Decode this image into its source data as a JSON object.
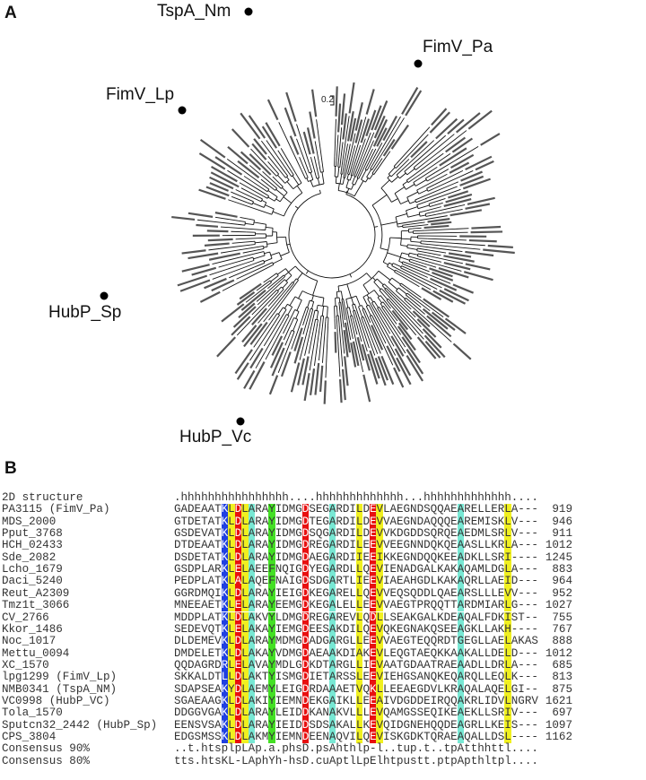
{
  "panel_a": {
    "letter": "A",
    "clades": [
      {
        "id": "tspa",
        "label": "TspA_Nm"
      },
      {
        "id": "fimv-pa",
        "label": "FimV_Pa"
      },
      {
        "id": "fimv-lp",
        "label": "FimV_Lp"
      },
      {
        "id": "hubp-sp",
        "label": "HubP_Sp"
      },
      {
        "id": "hubp-vc",
        "label": "HubP_Vc"
      }
    ],
    "scale_bar": "0.2"
  },
  "panel_b": {
    "letter": "B",
    "structure_row": {
      "name": "2D structure",
      "seq": ".hhhhhhhhhhhhhhhh....hhhhhhhhhhhhh...hhhhhhhhhhhhh...."
    },
    "sequences": [
      {
        "name": "PA3115 (FimV_Pa)",
        "seq": "GADEAATKLDLARAYIDMGDSEGARDILDEVLAEGNDSQQAEARELLERLA---",
        "len": "919"
      },
      {
        "name": "MDS_2000",
        "seq": "GTDETATKLDLARAYIDMGDTEGARDILDEVVAEGNDAQQQEAREMISKLV---",
        "len": "946"
      },
      {
        "name": "Pput_3768",
        "seq": "GSDEVATKLDLARAYIDMGDSQGARDILDEVVKDGDDSQRQEAEDMLSRLV---",
        "len": "911"
      },
      {
        "name": "HCH_02433",
        "seq": "DTDEAATKLDLARAYIDMGDREGARDILEEVVEEGNNDQKQEAASLLKRLA---",
        "len": "1012"
      },
      {
        "name": "Sde_2082",
        "seq": "DSDETATKLDLARAYIDMGDAEGARDIIEEIKKEGNDQQKEEADKLLSRI----",
        "len": "1245"
      },
      {
        "name": "Lcho_1679",
        "seq": "GSDPLARKLELAEEFNQIGDYEGARDLLQEVIENADGALKAKAQAMLDGLA---",
        "len": "883"
      },
      {
        "name": "Daci_5240",
        "seq": "PEDPLATKLALAQEFNAIGDSDGARTLIEEVIAEAHGDLKAKAQRLLAEID---",
        "len": "964"
      },
      {
        "name": "Reut_A2309",
        "seq": "GGRDMQIKLDLARAYIEIGDKEGARELLQEVVEQSQDDLQAEARSLLLEVV---",
        "len": "952"
      },
      {
        "name": "Tmz1t_3066",
        "seq": "MNEEAETKLELARAYEEMGDKEGALELLEEVVAEGTPRQQTTARDMIARLG---",
        "len": "1027"
      },
      {
        "name": "CV_2766",
        "seq": "MDDPLATKLDLAKVYLDMGDREGAREVLQDLLSEAKGALKDEAQALFDKIST--",
        "len": "755"
      },
      {
        "name": "Kkor_1486",
        "seq": "SEDEVQTKLELAKAYIEMGDEESAKDILQEVQKEGNAKQSEEAGKLLAKH----",
        "len": "767"
      },
      {
        "name": "Noc_1017",
        "seq": "DLDEMEVKLDLARAYMDMGDADGARGLLEEVVAEGTEQQRDTGEGLLAELAKAS",
        "len": "888"
      },
      {
        "name": "Mettu_0094",
        "seq": "DMDELETKLDLAKAYVDMGDAEAAKDIAKEVLEQGTAEQKKAAKALLDELD---",
        "len": "1012"
      },
      {
        "name": "XC_1570",
        "seq": "QQDAGRDRLELAVAYMDLGDKDTARGLLIEVAATGDAATRAEAADLLDRLA---",
        "len": "685"
      },
      {
        "name": "lpg1299 (FimV_Lp)",
        "seq": "SKKALDTLLDLAKTYISMGDIETARSSLEEVIEHGSANQKEQARQLLEQLK---",
        "len": "813"
      },
      {
        "name": "NMB0341 (TspA_NM)",
        "seq": "SDAPSEAKYDLAEMYLEIGDRDAAAETVQKLLEEAEGDVLKRAQALAQELGI--",
        "len": "875"
      },
      {
        "name": "VC0998 (HubP_VC)",
        "seq": "SGAEAAGKLDLAKIYIEMNDEKGAIKLLEEAIVDGDDEIRQQAKRLIDVLNGRV",
        "len": "1621"
      },
      {
        "name": "Tola_1570",
        "seq": "DDGGVGAKLDLARAYLEIDDKANAKVLLLEVQAMGSSEQIKEAEKLLSRIV---",
        "len": "697"
      },
      {
        "name": "Sputcn32_2442 (HubP_Sp)",
        "seq": "EENSVSAKLDLARAYIEIDDSDSAKALLKEVQIDGNEHQQDEAGRLLKEIS---",
        "len": "1097"
      },
      {
        "name": "CPS_3804",
        "seq": "EDGSMSSKLDLAKMYIEMNDEENAQVILQEVISKGDKTQRAEAQALLDSL----",
        "len": "1162"
      }
    ],
    "consensus": [
      {
        "name": "Consensus 90%",
        "seq": "..t.htsplpLAp.a.phsD.psAhthlp-l..tup.t..tpAtthhttl...."
      },
      {
        "name": "Consensus 80%",
        "seq": "tts.htsKL-LAphYh-hsD.cuAptlLpElhtpustt.ptpApthltpl...."
      }
    ],
    "column_colors": [
      {
        "col": 7,
        "color": "blue"
      },
      {
        "col": 8,
        "color": "yellow"
      },
      {
        "col": 9,
        "color": "red"
      },
      {
        "col": 10,
        "color": "yellow"
      },
      {
        "col": 11,
        "color": "cyan"
      },
      {
        "col": 14,
        "color": "green"
      },
      {
        "col": 19,
        "color": "red"
      },
      {
        "col": 23,
        "color": "cyan"
      },
      {
        "col": 27,
        "color": "yellow"
      },
      {
        "col": 29,
        "color": "red"
      },
      {
        "col": 30,
        "color": "yellow"
      },
      {
        "col": 42,
        "color": "cyan"
      },
      {
        "col": 49,
        "color": "yellow"
      }
    ],
    "palette": {
      "blue": "#2040e0",
      "red": "#e81010",
      "yellow": "#f0f020",
      "cyan": "#78e8d4",
      "green": "#44e024"
    }
  }
}
